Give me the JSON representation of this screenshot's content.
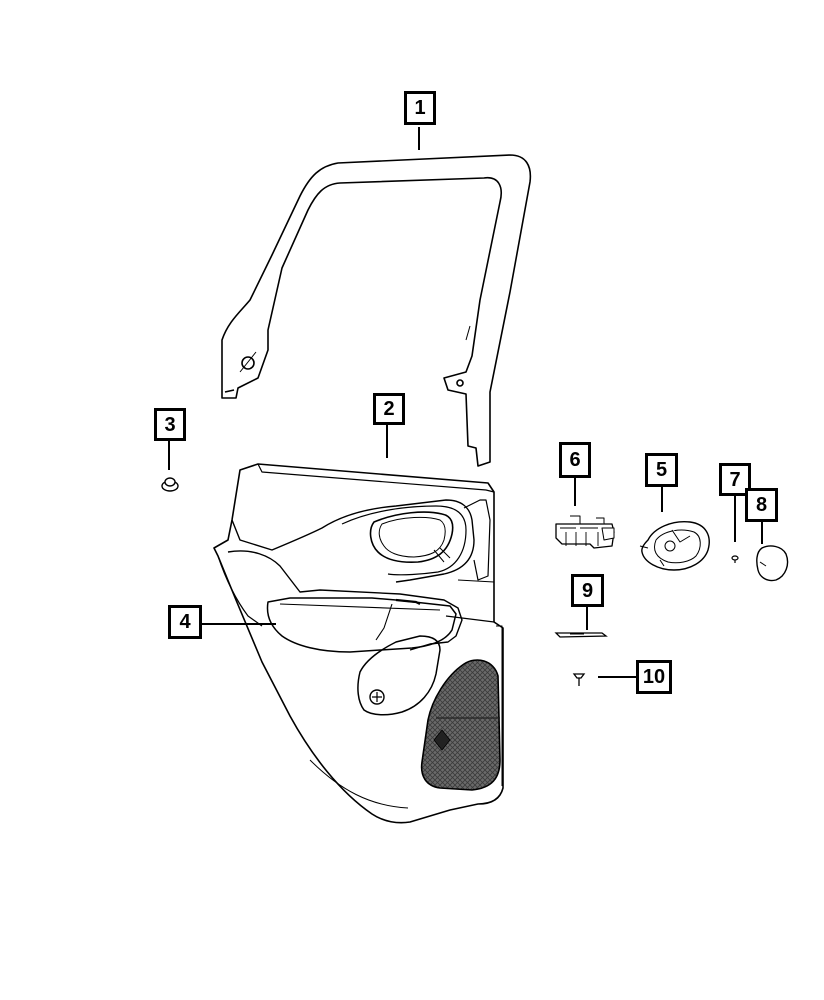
{
  "callouts": [
    {
      "label": "1",
      "part": "window-frame"
    },
    {
      "label": "2",
      "part": "door-trim-panel"
    },
    {
      "label": "3",
      "part": "push-nut"
    },
    {
      "label": "4",
      "part": "armrest-pad"
    },
    {
      "label": "5",
      "part": "handle-bezel"
    },
    {
      "label": "6",
      "part": "window-switch"
    },
    {
      "label": "7",
      "part": "screw"
    },
    {
      "label": "8",
      "part": "bezel-cover"
    },
    {
      "label": "9",
      "part": "trim-strip"
    },
    {
      "label": "10",
      "part": "clip"
    }
  ],
  "colors": {
    "line": "#000000",
    "speaker_grille": "#555555",
    "background": "#ffffff"
  }
}
